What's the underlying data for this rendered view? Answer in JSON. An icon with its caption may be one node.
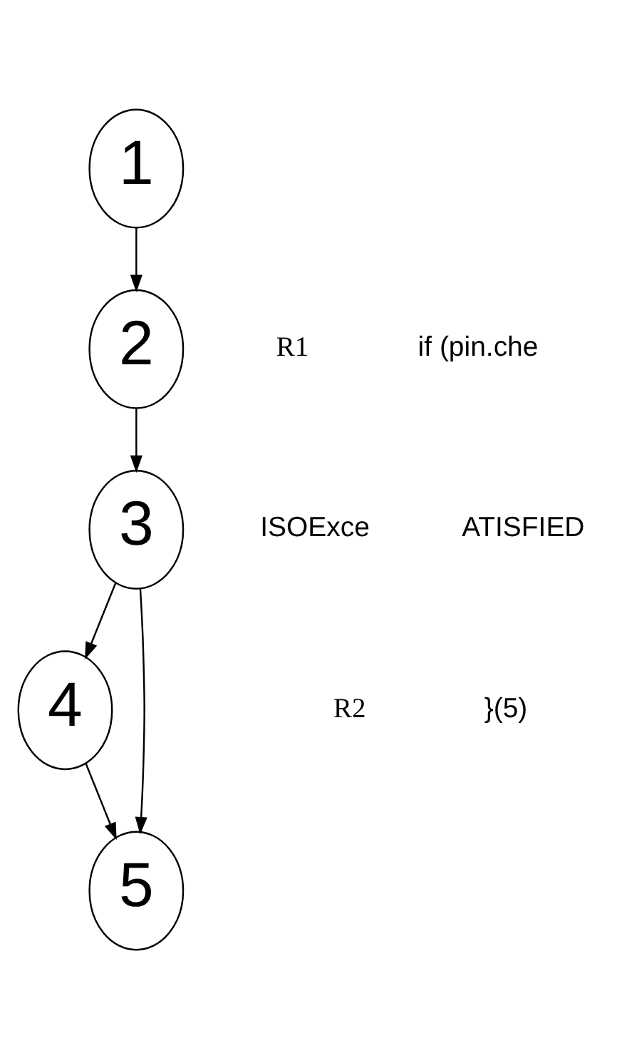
{
  "diagram": {
    "nodes": [
      {
        "text": [
          "1"
        ]
      },
      {
        "text": [
          "2"
        ]
      },
      {
        "text": [
          "3"
        ]
      },
      {
        "text": [
          "4"
        ]
      },
      {
        "text": [
          "5"
        ]
      }
    ],
    "edges": [
      {
        "from": 0,
        "to": 1,
        "arrow": "to"
      },
      {
        "from": 1,
        "to": 2,
        "arrow": "to"
      },
      {
        "from": 2,
        "to": 3,
        "arrow": "to"
      },
      {
        "from": 2,
        "to": 4,
        "arrow": "to"
      },
      {
        "from": 3,
        "to": 4,
        "arrow": "to"
      }
    ],
    "labels": [
      "R1",
      "if (pin.che",
      "ISOExce",
      "ATISFIED",
      "R2",
      "}(5)"
    ]
  }
}
